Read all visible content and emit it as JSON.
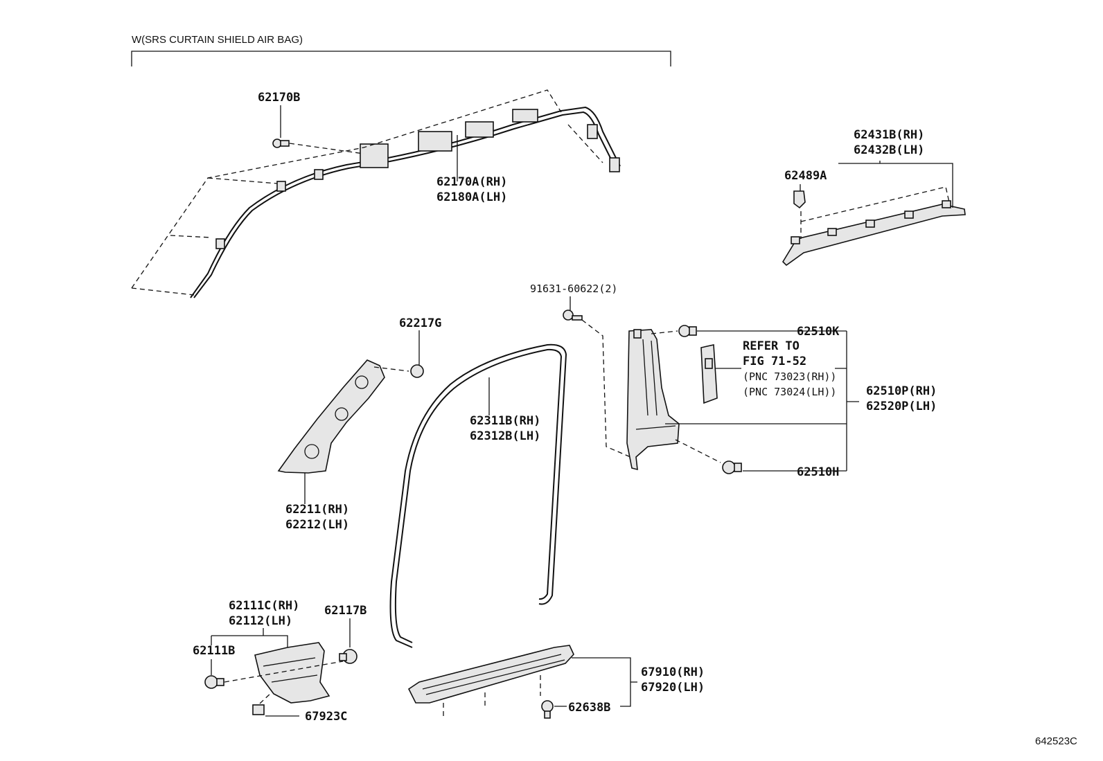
{
  "header": {
    "text": "W(SRS CURTAIN SHIELD AIR BAG)"
  },
  "figure_id": "642523C",
  "labels": {
    "l62170B": "62170B",
    "l62170A_rh": "62170A(RH)",
    "l62180A_lh": "62180A(LH)",
    "l62431B_rh": "62431B(RH)",
    "l62432B_lh": "62432B(LH)",
    "l62489A": "62489A",
    "l91631": "91631-60622(2)",
    "l62217G": "62217G",
    "l62510K": "62510K",
    "refer_line1": "REFER TO",
    "refer_line2": "FIG 71-52",
    "refer_line3": "(PNC 73023(RH))",
    "refer_line4": "(PNC 73024(LH))",
    "l62510P_rh": "62510P(RH)",
    "l62520P_lh": "62520P(LH)",
    "l62311B_rh": "62311B(RH)",
    "l62312B_lh": "62312B(LH)",
    "l62211_rh": "62211(RH)",
    "l62212_lh": "62212(LH)",
    "l62510H": "62510H",
    "l62111C_rh": "62111C(RH)",
    "l62112_lh": "62112(LH)",
    "l62117B": "62117B",
    "l62111B": "62111B",
    "l67923C": "67923C",
    "l67910_rh": "67910(RH)",
    "l67920_lh": "67920(LH)",
    "l62638B": "62638B"
  }
}
